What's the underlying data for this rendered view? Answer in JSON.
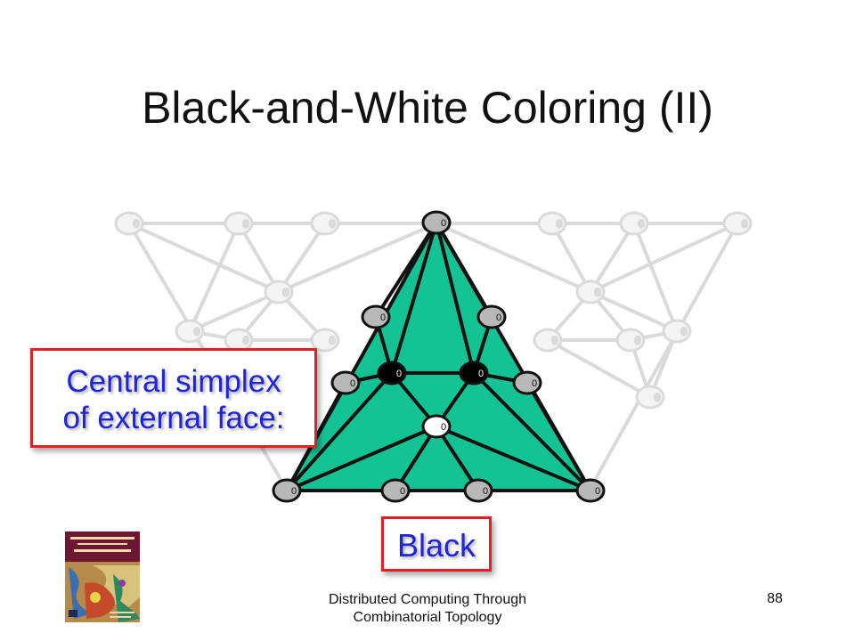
{
  "slide": {
    "title": "Black-and-White Coloring (II)",
    "callout_central_line1": "Central simplex",
    "callout_central_line2": "of external face:",
    "callout_black": "Black",
    "footer_line1": "Distributed Computing Through",
    "footer_line2": "Combinatorial Topology",
    "page_number": "88"
  },
  "diagram": {
    "vertex_label": "0",
    "colors": {
      "face_fill": "#14c394",
      "edge": "#111111",
      "vertex_gray": "#b8b8b8",
      "vertex_black": "#000000",
      "vertex_white": "#ffffff",
      "background_graph": "#dadada",
      "callout_border": "#e21f26",
      "callout_text": "#1f23d9"
    }
  },
  "book": {
    "icon": "book-cover-image"
  }
}
